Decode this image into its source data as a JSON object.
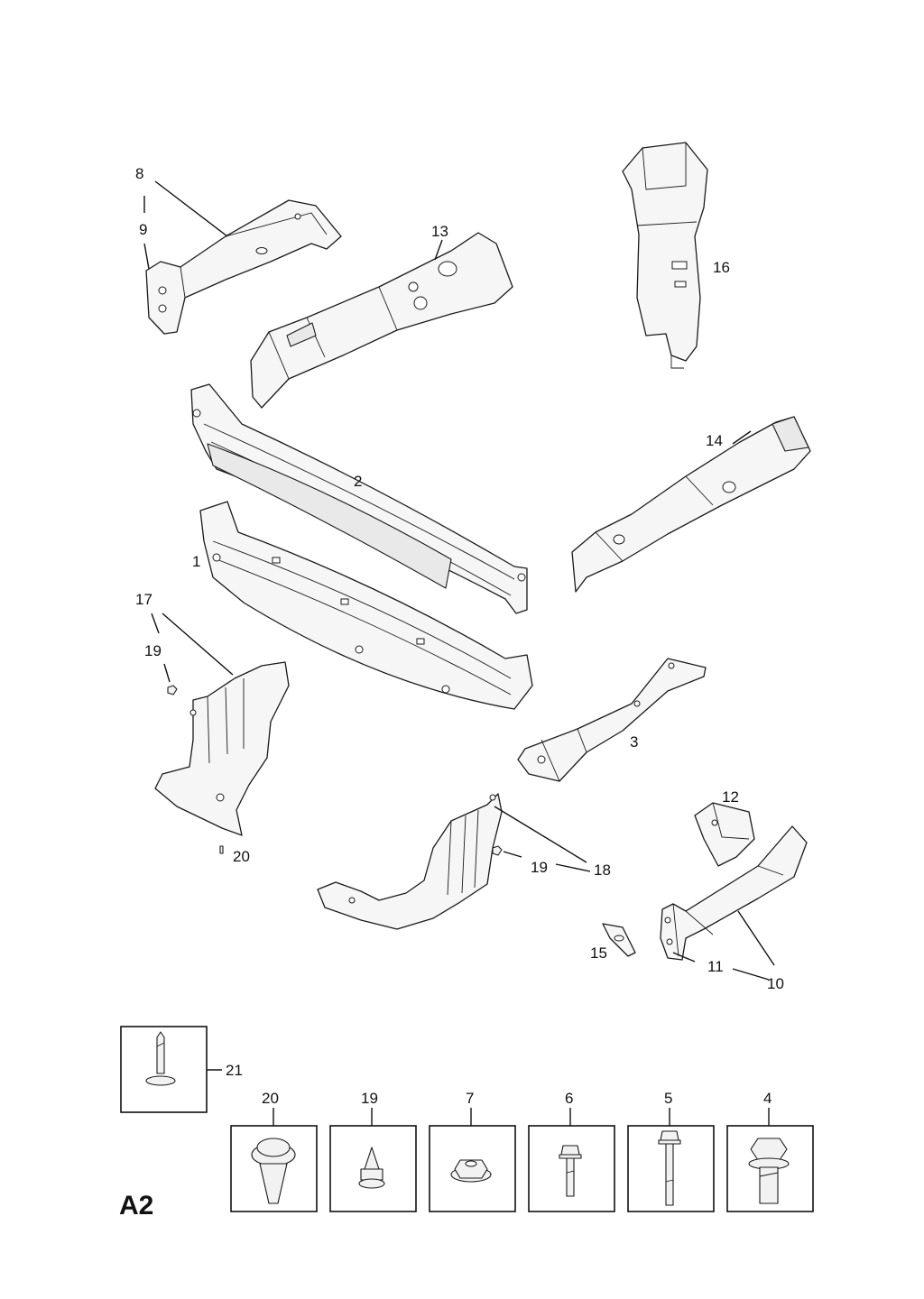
{
  "diagram_code": "A2",
  "callouts": {
    "c1": "1",
    "c2": "2",
    "c3": "3",
    "c8": "8",
    "c9": "9",
    "c10": "10",
    "c11": "11",
    "c12": "12",
    "c13": "13",
    "c14": "14",
    "c15": "15",
    "c16": "16",
    "c17": "17",
    "c18": "18",
    "c19a": "19",
    "c19b": "19",
    "c20": "20"
  },
  "hardware": {
    "h21": "21",
    "h20": "20",
    "h19": "19",
    "h7": "7",
    "h6": "6",
    "h5": "5",
    "h4": "4"
  }
}
